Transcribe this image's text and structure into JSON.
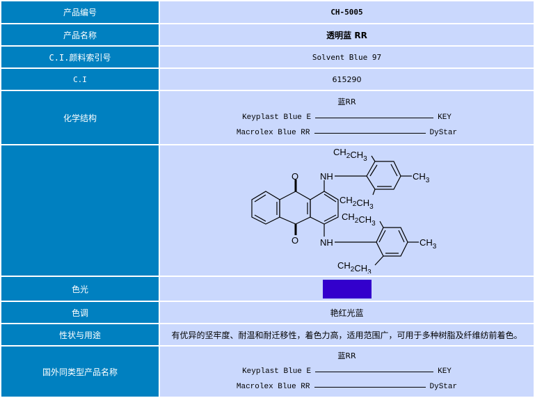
{
  "rows": {
    "code": {
      "label": "产品编号",
      "value": "CH-5005"
    },
    "name": {
      "label": "产品名称",
      "value": "透明蓝 RR"
    },
    "ci_index": {
      "label": "C.I.颜料索引号",
      "value": "Solvent Blue 97"
    },
    "ci": {
      "label": "C.I",
      "value": "615290"
    },
    "structure": {
      "label": "化学结构",
      "title": "蓝RR",
      "equivalents": [
        {
          "name": "Keyplast Blue E",
          "maker": "KEY"
        },
        {
          "name": "Macrolex Blue RR",
          "maker": "DyStar"
        }
      ]
    },
    "formula": {
      "labels": {
        "o": "O",
        "nh": "NH",
        "ch3": "CH3",
        "ethyl": "CH2CH3"
      }
    },
    "shade": {
      "label": "色光",
      "color": "#3300CC"
    },
    "hue": {
      "label": "色调",
      "value": "艳红光蓝"
    },
    "usage": {
      "label": "性状与用途",
      "value": "有优异的坚牢度、耐温和耐迁移性，着色力高，适用范围广，可用于多种树脂及纤维纺前着色。"
    },
    "foreign": {
      "label": "国外同类型产品名称",
      "title": "蓝RR",
      "equivalents": [
        {
          "name": "Keyplast Blue E",
          "maker": "KEY"
        },
        {
          "name": "Macrolex Blue RR",
          "maker": "DyStar"
        }
      ]
    }
  }
}
